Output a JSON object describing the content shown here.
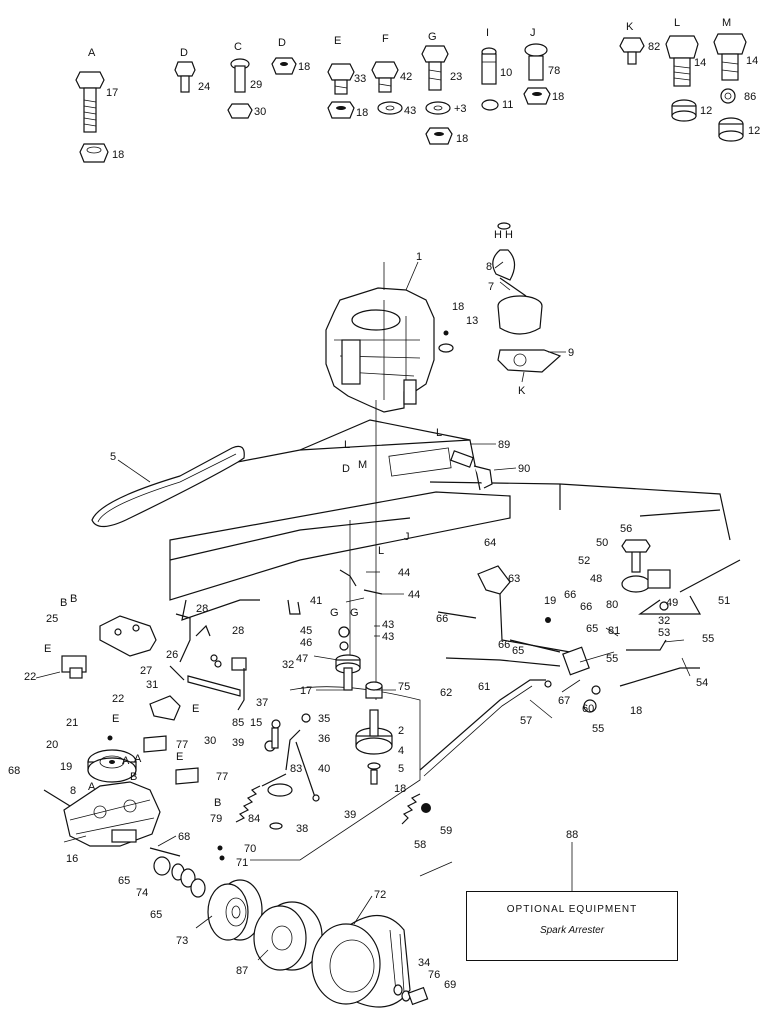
{
  "hardware_callouts": {
    "A_letter": "A",
    "A_bolt": "17",
    "A_nut": "18",
    "D1_letter": "D",
    "D1_bolt": "24",
    "C_letter": "C",
    "C_bolt": "29",
    "C_nut": "30",
    "D2_letter": "D",
    "D2_nut": "18",
    "E_letter": "E",
    "E_bolt": "33",
    "E_nut": "18",
    "F_letter": "F",
    "F_bolt": "42",
    "F_washer": "43",
    "G_letter": "G",
    "G_bolt": "23",
    "G_washer": "+3",
    "G_nut": "18",
    "I_letter": "I",
    "I_bolt": "10",
    "I_washer": "11",
    "J_letter": "J",
    "J_bolt": "78",
    "J_nut": "18",
    "K_letter": "K",
    "K_bolt": "82",
    "L_letter": "L",
    "L_bolt": "14",
    "L_nut": "12",
    "M_letter": "M",
    "M_bolt": "14",
    "M_star": "86",
    "M_nut": "12"
  },
  "callouts": {
    "c1": "1",
    "c8": "8",
    "cHH": "H H",
    "c7": "7",
    "c18a": "18",
    "c13": "13",
    "c9": "9",
    "cK": "K",
    "c89": "89",
    "c90": "90",
    "c5": "5",
    "cL1": "L",
    "cL2": "L",
    "cD": "D",
    "cM": "M",
    "cJ": "J",
    "cL3": "L",
    "c64": "64",
    "c63": "63",
    "c56": "56",
    "c50": "50",
    "c52": "52",
    "c48": "48",
    "c44a": "44",
    "c44b": "44",
    "c41": "41",
    "cG": "G",
    "cG2": "G",
    "c45": "45",
    "c46": "46",
    "c43a": "43",
    "c43b": "43",
    "c47": "47",
    "c17b": "17",
    "c75": "75",
    "c66a": "66",
    "c19a": "19",
    "c66b": "66",
    "c66c": "66",
    "c66d": "66",
    "c65a": "65",
    "c65b": "65",
    "c81": "81",
    "c80": "80",
    "c49": "49",
    "c51": "51",
    "c32a": "32",
    "c53": "53",
    "c55a": "55",
    "c55b": "55",
    "c54": "54",
    "c18b": "18",
    "c67": "67",
    "c60": "60",
    "c55c": "55",
    "c62": "62",
    "c61": "61",
    "c57": "57",
    "c2": "2",
    "c4": "4",
    "c5b": "5",
    "c35": "35",
    "c36": "36",
    "c37": "37",
    "c85": "85",
    "c15": "15",
    "c39a": "39",
    "c40": "40",
    "c83": "83",
    "c39b": "39",
    "c84": "84",
    "c38": "38",
    "c79": "79",
    "c18c": "18",
    "c59": "59",
    "c58": "58",
    "cB1": "B",
    "cB2": "B",
    "c25": "25",
    "c28a": "28",
    "c28b": "28",
    "c26": "26",
    "c27": "27",
    "c31": "31",
    "c32b": "32",
    "c30": "30",
    "cE1": "E",
    "c22a": "22",
    "c22b": "22",
    "cE2": "E",
    "c21": "21",
    "cE3": "E",
    "c77a": "77",
    "c20": "20",
    "cE4": "E",
    "c77b": "77",
    "c19b": "19",
    "cAB1": "A",
    "cAB2": "A",
    "cB3": "B",
    "cB4": "B",
    "c8b": "8",
    "cA3": "A",
    "c68a": "68",
    "c68b": "68",
    "c16": "16",
    "c70": "70",
    "c71": "71",
    "c65c": "65",
    "c74": "74",
    "c65d": "65",
    "c73": "73",
    "c87": "87",
    "c72": "72",
    "c34": "34",
    "c76": "76",
    "c69": "69",
    "c88": "88"
  },
  "legend": {
    "title": "OPTIONAL EQUIPMENT",
    "subtitle": "Spark Arrester"
  }
}
